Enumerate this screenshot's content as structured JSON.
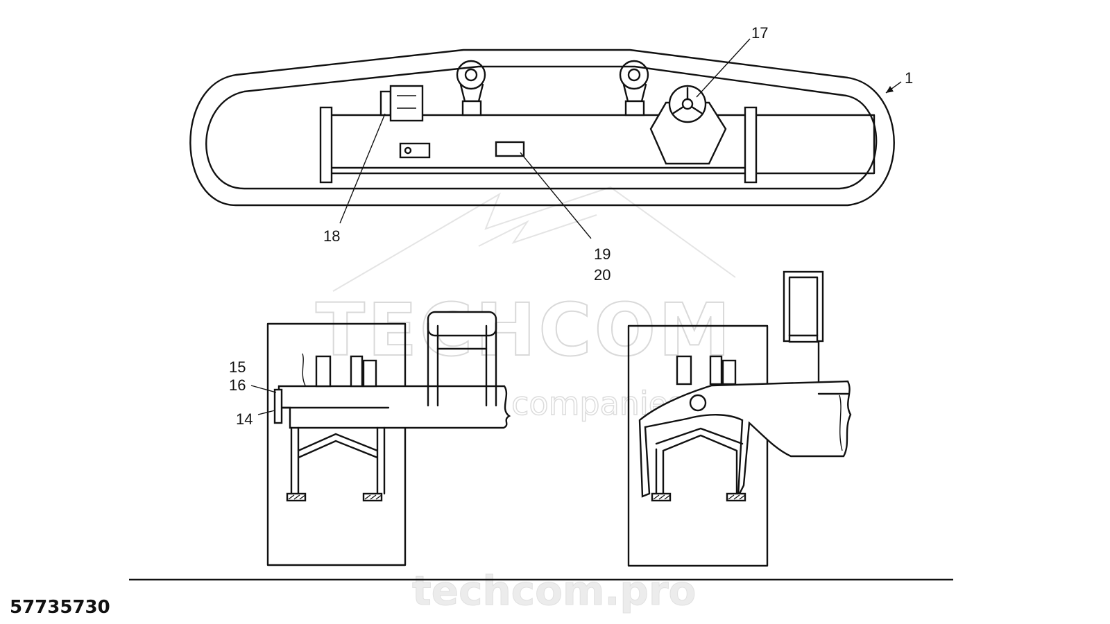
{
  "callouts": {
    "c1": "1",
    "c17": "17",
    "c18": "18",
    "c19": "19",
    "c20": "20",
    "c15": "15",
    "c16": "16",
    "c14": "14"
  },
  "document_number": "57735730",
  "watermark": {
    "brand": "TECHCOM",
    "tagline": "group of companies",
    "url": "techcom.pro"
  }
}
